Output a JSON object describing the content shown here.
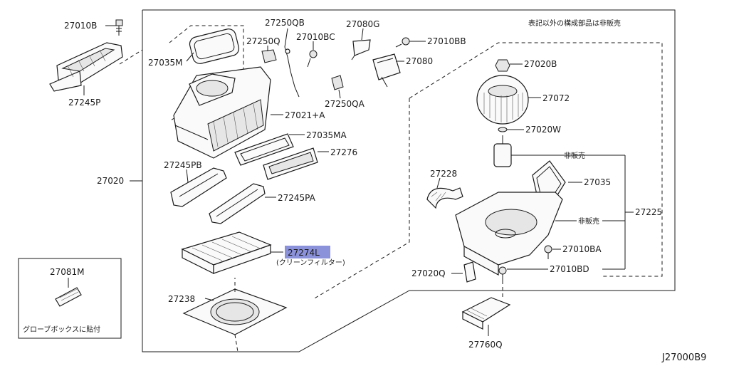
{
  "diagram": {
    "header_note": "表記以外の構成部品は非販売",
    "drawing_ref": "J27000B9",
    "highlight_color": "#7f86d6",
    "labels": {
      "p27010B": "27010B",
      "p27245P": "27245P",
      "p27250QB": "27250QB",
      "p27250Q": "27250Q",
      "p27010BC": "27010BC",
      "p27080G": "27080G",
      "p27010BB": "27010BB",
      "p27035M": "27035M",
      "p27080": "27080",
      "p27250QA": "27250QA",
      "p27021A": "27021+A",
      "p27020B": "27020B",
      "p27072": "27072",
      "p27020W": "27020W",
      "p27035MA": "27035MA",
      "p27276": "27276",
      "p27020": "27020",
      "p27245PB": "27245PB",
      "p27228": "27228",
      "not_sold_1": "非販売",
      "p27035": "27035",
      "p27245PA": "27245PA",
      "p27225": "27225",
      "not_sold_2": "非販売",
      "p27274L": "27274L",
      "p27274L_note": "(クリーンフィルター)",
      "p27010BA": "27010BA",
      "p27081M": "27081M",
      "p27020Q": "27020Q",
      "p27010BD": "27010BD",
      "p27238": "27238",
      "glovebox_note": "グローブボックスに貼付",
      "p27760Q": "27760Q"
    }
  }
}
